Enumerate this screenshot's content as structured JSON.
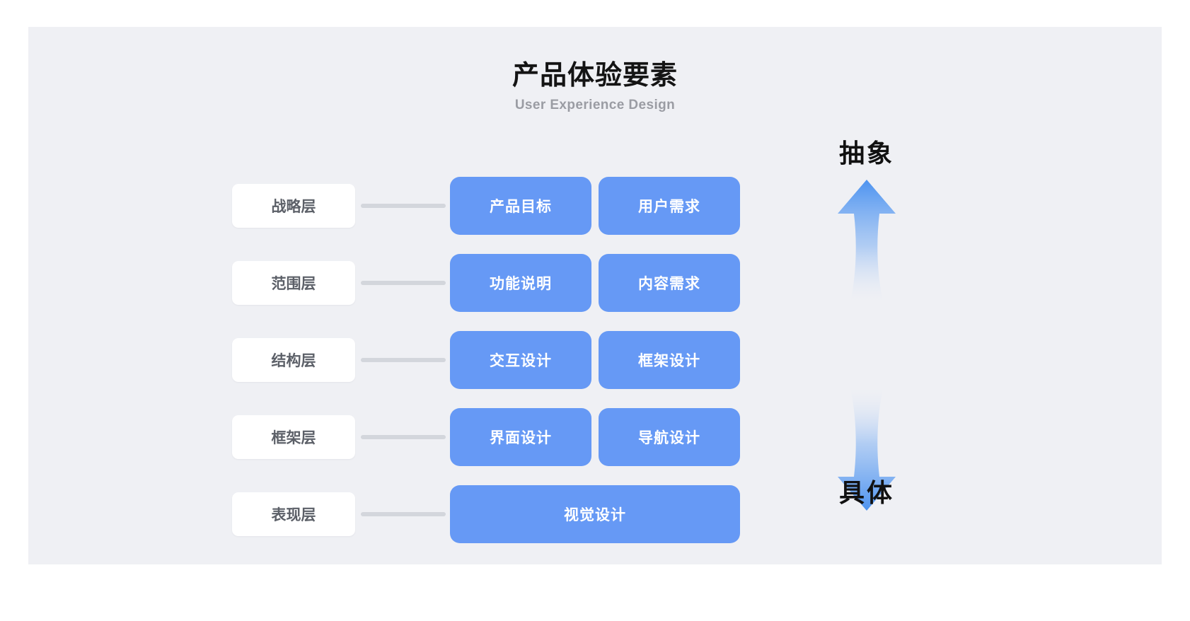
{
  "header": {
    "title": "产品体验要素",
    "subtitle": "User Experience Design"
  },
  "colors": {
    "page_background": "#ffffff",
    "panel_background": "#eff0f4",
    "card_blue": "#6699f5",
    "label_chip": "#ffffff",
    "label_text": "#5c6068",
    "connector_gray": "#d3d6dc",
    "title_text": "#141414",
    "subtitle_text": "#9a9ca3",
    "axis_text": "#111111"
  },
  "layers": [
    {
      "label": "战略层",
      "cards": [
        "产品目标",
        "用户需求"
      ]
    },
    {
      "label": "范围层",
      "cards": [
        "功能说明",
        "内容需求"
      ]
    },
    {
      "label": "结构层",
      "cards": [
        "交互设计",
        "框架设计"
      ]
    },
    {
      "label": "框架层",
      "cards": [
        "界面设计",
        "导航设计"
      ]
    },
    {
      "label": "表现层",
      "cards": [
        "视觉设计"
      ]
    }
  ],
  "axis": {
    "top_label": "抽象",
    "bottom_label": "具体",
    "up_arrow_icon": "arrow-up-icon",
    "down_arrow_icon": "arrow-down-icon"
  }
}
